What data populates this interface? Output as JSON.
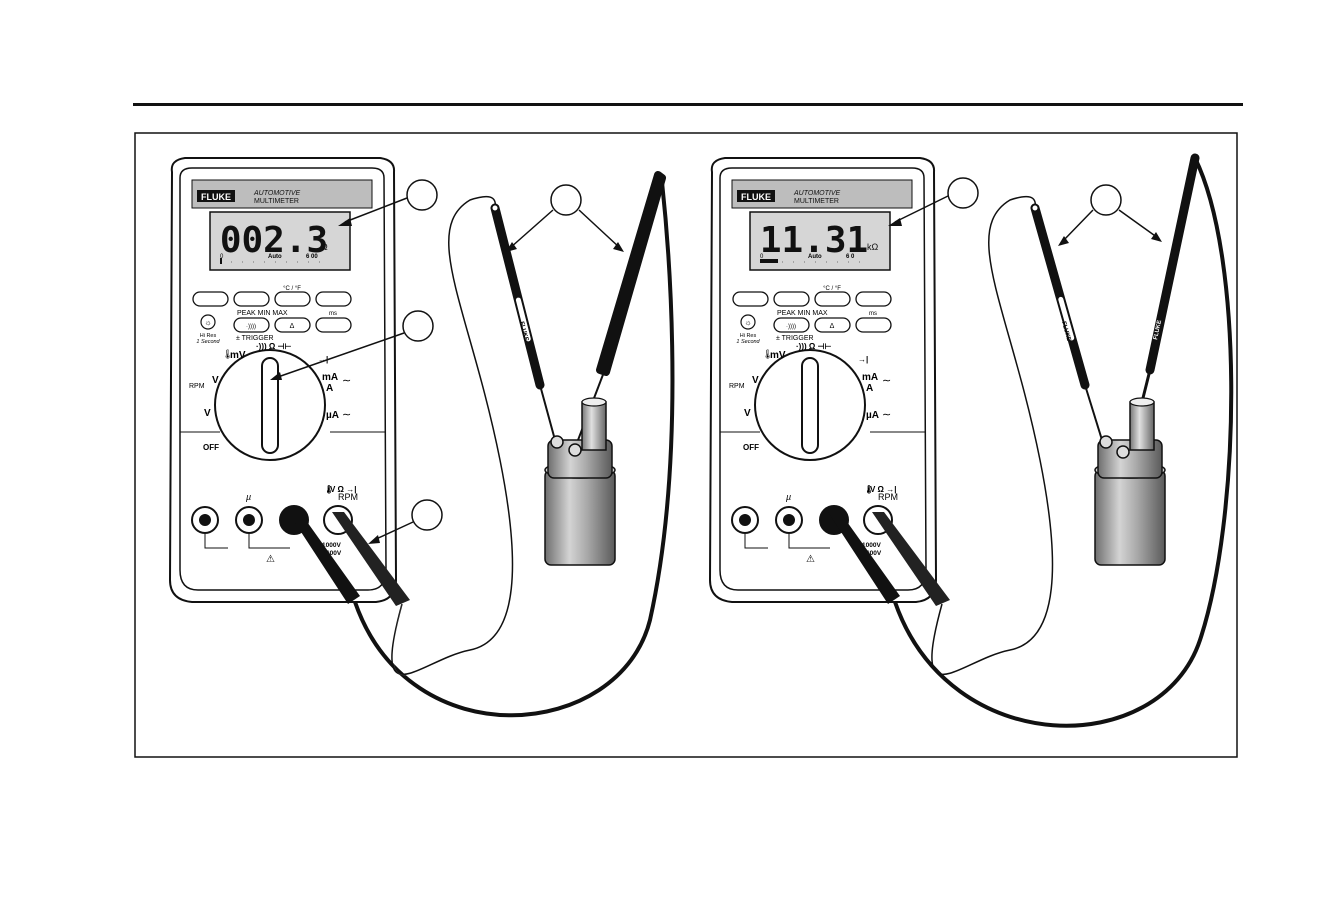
{
  "meters": [
    {
      "brand": "FLUKE",
      "model_line1": "AUTOMOTIVE",
      "model_line2": "MULTIMETER",
      "reading": "002.3",
      "unit": "Ω",
      "bar_left": "0",
      "bar_mid": "Auto",
      "bar_right": "6 00",
      "btn_temp": "°C / °F",
      "btn_peak": "PEAK MIN MAX",
      "btn_ms": "ms",
      "btn_delta": "Δ",
      "btn_sound": "·))))",
      "hi_res": "Hi Res",
      "one_sec": "1 Second",
      "trigger": "± TRIGGER",
      "dial_mv": "mV",
      "dial_ohm": "·))) Ω ⊣⊢",
      "dial_diode": "→|",
      "dial_rpm": "RPM",
      "dial_v": "V",
      "dial_vac": "V",
      "dial_ma": "mA",
      "dial_a": "A",
      "dial_ua": "µA",
      "dial_off": "OFF",
      "jack_rpm": "RPM",
      "jack_vohm": "V Ω →|",
      "jack_mu": "µ",
      "jack_1000v": "1000V",
      "jack_600v": "600V",
      "warning": "⚠"
    },
    {
      "brand": "FLUKE",
      "model_line1": "AUTOMOTIVE",
      "model_line2": "MULTIMETER",
      "reading": "11.31",
      "unit": "kΩ",
      "bar_left": "0",
      "bar_mid": "Auto",
      "bar_right": "6 0",
      "btn_temp": "°C / °F",
      "btn_peak": "PEAK MIN MAX",
      "btn_ms": "ms",
      "btn_delta": "Δ",
      "btn_sound": "·))))",
      "hi_res": "Hi Res",
      "one_sec": "1 Second",
      "trigger": "± TRIGGER",
      "dial_mv": "mV",
      "dial_ohm": "·))) Ω ⊣⊢",
      "dial_diode": "→|",
      "dial_rpm": "RPM",
      "dial_v": "V",
      "dial_vac": "V",
      "dial_ma": "mA",
      "dial_a": "A",
      "dial_ua": "µA",
      "dial_off": "OFF",
      "jack_rpm": "RPM",
      "jack_vohm": "V Ω →|",
      "jack_mu": "µ",
      "jack_1000v": "1000V",
      "jack_600v": "600V",
      "warning": "⚠"
    }
  ],
  "probe_label": "FLUKE",
  "colors": {
    "ink": "#111111",
    "panel": "#9a9a9a",
    "display": "#d6d6d6",
    "coil": "#8a8a8a",
    "lead": "#1a1a1a"
  }
}
